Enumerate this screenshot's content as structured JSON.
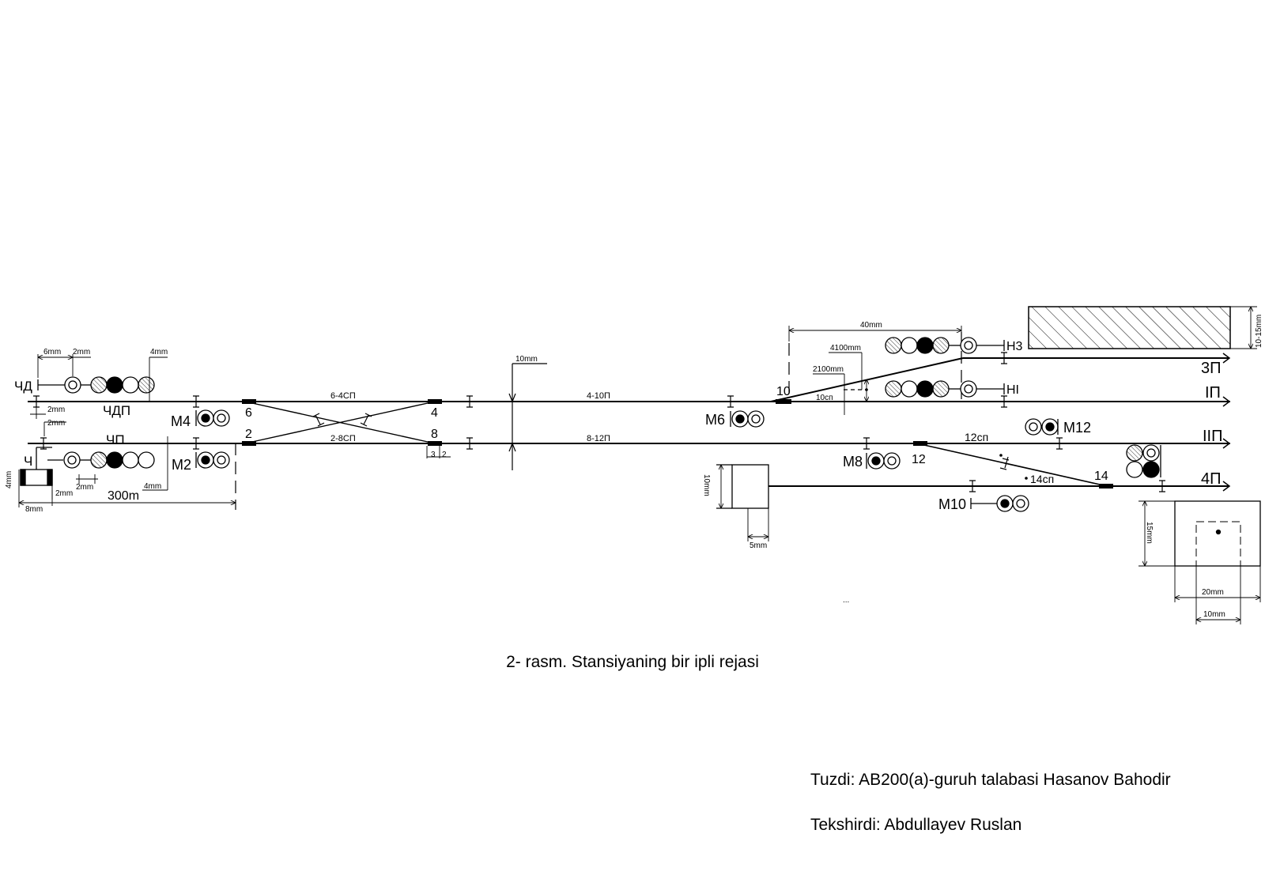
{
  "caption": "2- rasm. Stansiyaning bir ipli rejasi",
  "credits": {
    "author": "Tuzdi: AB200(a)-guruh talabasi Hasanov Bahodir",
    "reviewer": "Tekshirdi: Abdullayev Ruslan"
  },
  "signals": {
    "chd": "ЧД",
    "chdp": "ЧДП",
    "chp": "ЧП",
    "ch": "Ч",
    "m2": "М2",
    "m4": "М4",
    "m6": "М6",
    "m8": "М8",
    "m10": "М10",
    "m12": "М12",
    "n3": "Н3",
    "ni": "НI"
  },
  "switches": {
    "s2": "2",
    "s4": "4",
    "s6": "6",
    "s8": "8",
    "s10": "10",
    "s12": "12",
    "s14": "14"
  },
  "sections": {
    "s64": "6-4СП",
    "s28": "2-8СП",
    "s410": "4-10П",
    "s812": "8-12П",
    "s12sp": "12сп",
    "s14sp": "14сп",
    "s10sp": "10сп"
  },
  "tracks": {
    "t3": "3П",
    "t1": "IП",
    "t2": "IIП",
    "t4": "4П"
  },
  "dimensions": {
    "d6": "6mm",
    "d2a": "2mm",
    "d4a": "4mm",
    "d2b": "2mm",
    "d2c": "2mm",
    "d4mm": "4mm",
    "d8mm": "8mm",
    "d2d": "2mm",
    "d2e": "2mm",
    "d300": "300m",
    "d4b": "4mm",
    "d10a": "10mm",
    "d40": "40mm",
    "d4100": "4100mm",
    "d2100": "2100mm",
    "d1015": "10-15mm",
    "d10b": "10mm",
    "d5": "5mm",
    "d15": "15mm",
    "d20": "20mm",
    "d10c": "10mm",
    "small3": "3",
    "small2": "2",
    "dots": "..."
  },
  "colors": {
    "line": "#000000",
    "background": "#ffffff"
  }
}
